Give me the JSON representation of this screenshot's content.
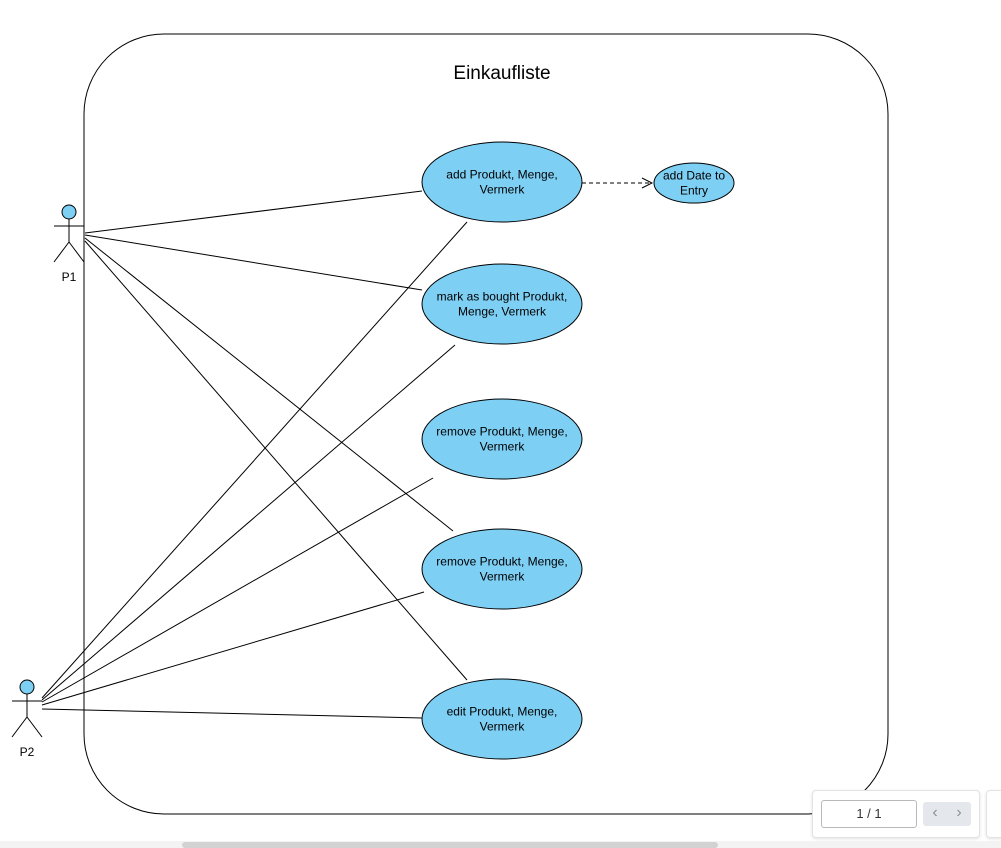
{
  "diagram": {
    "title": "Einkaufliste",
    "actors": [
      {
        "id": "P1",
        "label": "P1"
      },
      {
        "id": "P2",
        "label": "P2"
      }
    ],
    "use_cases": [
      {
        "id": "uc1",
        "lines": [
          "add Produkt, Menge,",
          "Vermerk"
        ]
      },
      {
        "id": "uc2",
        "lines": [
          "mark as bought Produkt,",
          "Menge, Vermerk"
        ]
      },
      {
        "id": "uc3",
        "lines": [
          "remove Produkt, Menge,",
          "Vermerk"
        ]
      },
      {
        "id": "uc4",
        "lines": [
          "remove Produkt, Menge,",
          "Vermerk"
        ]
      },
      {
        "id": "uc5",
        "lines": [
          "edit Produkt, Menge,",
          "Vermerk"
        ]
      },
      {
        "id": "uc6",
        "lines": [
          "add Date to",
          "Entry"
        ]
      }
    ],
    "associations": [
      [
        "P1",
        "uc1"
      ],
      [
        "P1",
        "uc2"
      ],
      [
        "P1",
        "uc4"
      ],
      [
        "P1",
        "uc5"
      ],
      [
        "P2",
        "uc1"
      ],
      [
        "P2",
        "uc2"
      ],
      [
        "P2",
        "uc3"
      ],
      [
        "P2",
        "uc4"
      ],
      [
        "P2",
        "uc5"
      ]
    ],
    "dependencies": [
      [
        "uc1",
        "uc6"
      ]
    ],
    "colors": {
      "use_case_fill": "#7ecff4",
      "actor_fill": "#7ecff4",
      "stroke": "#000000"
    }
  },
  "viewer": {
    "page_indicator": "1 / 1",
    "prev_icon": "chevron-left-icon",
    "next_icon": "chevron-right-icon"
  }
}
